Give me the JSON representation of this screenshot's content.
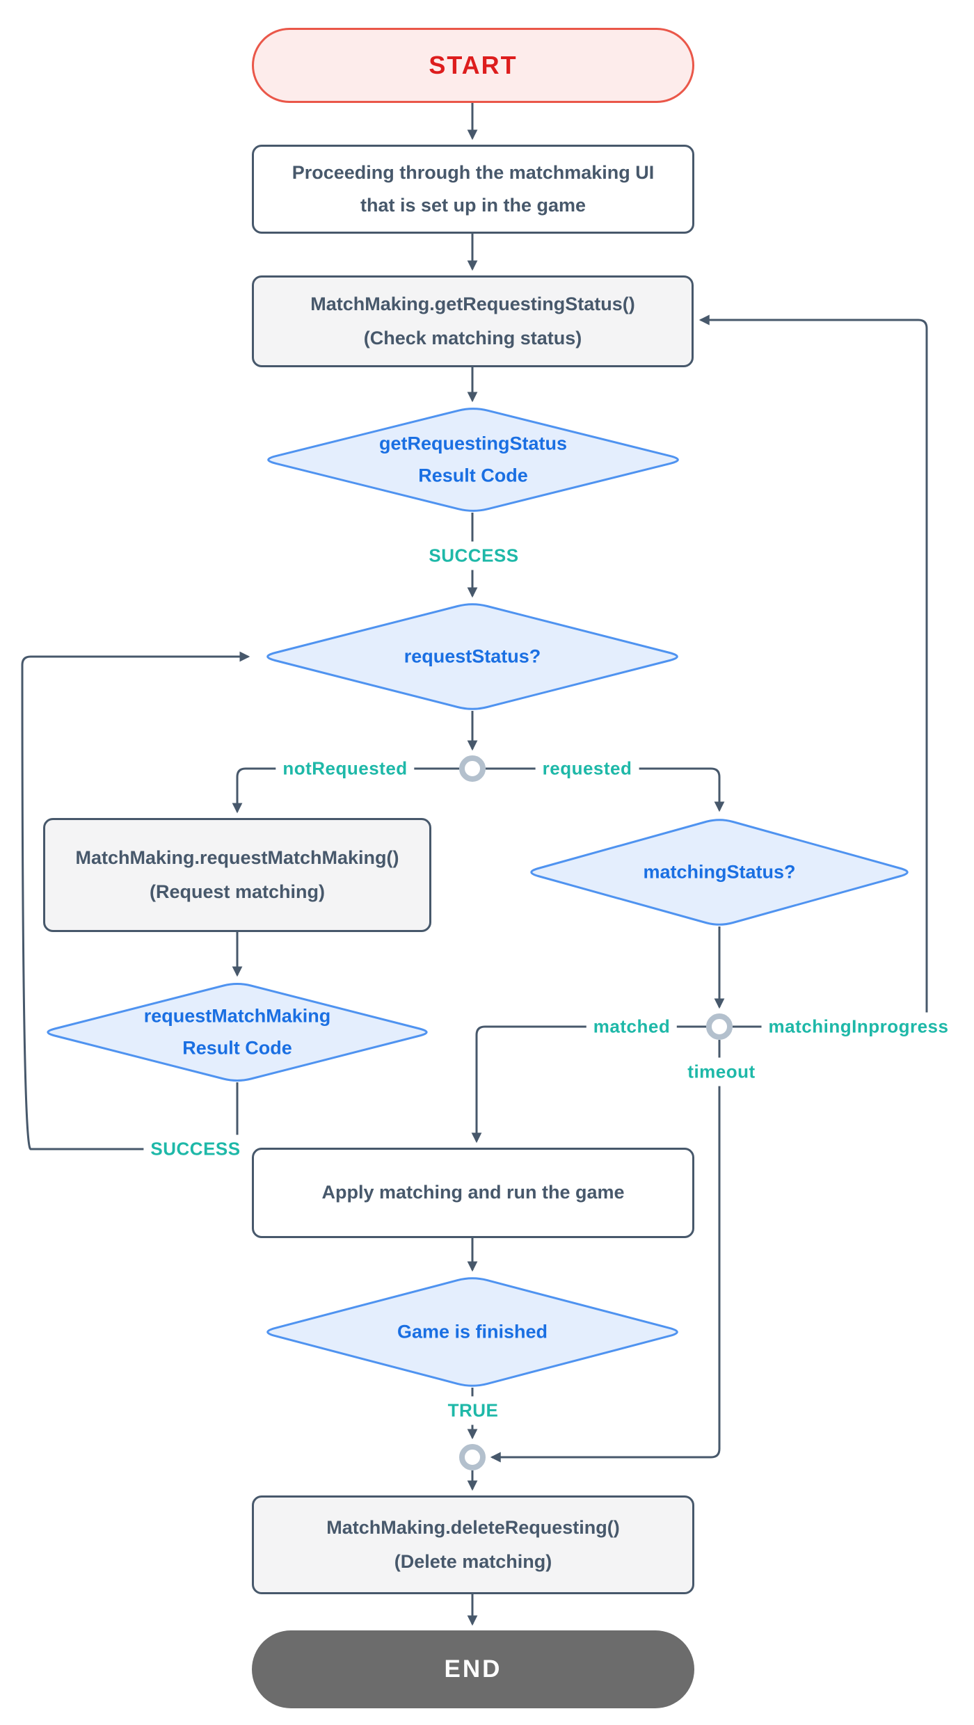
{
  "nodes": {
    "start": {
      "label": "START"
    },
    "proceed": {
      "label": "Proceeding through the matchmaking UI that is set up in the game"
    },
    "get_status": {
      "label": "MatchMaking.getRequestingStatus()",
      "sublabel": "(Check matching status)"
    },
    "get_status_result": {
      "label": "getRequestingStatus",
      "sublabel": "Result Code"
    },
    "request_status": {
      "label": "requestStatus?"
    },
    "request_mm": {
      "label": "MatchMaking.requestMatchMaking()",
      "sublabel": "(Request matching)"
    },
    "request_mm_result": {
      "label": "requestMatchMaking",
      "sublabel": "Result Code"
    },
    "matching_status": {
      "label": "matchingStatus?"
    },
    "apply": {
      "label": "Apply matching and run the game"
    },
    "game_finished": {
      "label": "Game is finished"
    },
    "delete_req": {
      "label": "MatchMaking.deleteRequesting()",
      "sublabel": "(Delete matching)"
    },
    "end": {
      "label": "END"
    }
  },
  "edge_labels": {
    "success_get": "SUCCESS",
    "success_request": "SUCCESS",
    "not_requested": "notRequested",
    "requested": "requested",
    "matched": "matched",
    "matching_inprogress": "matchingInprogress",
    "timeout": "timeout",
    "true_label": "TRUE"
  },
  "colors": {
    "slate": "#47586b",
    "box_fill": "#f4f4f5",
    "diamond_fill": "#e4eefd",
    "diamond_border": "#4f93f0",
    "diamond_text": "#1a6fe2",
    "teal": "#1eb8a8",
    "start_fill": "#fdeceb",
    "start_border": "#ea5749",
    "start_text": "#dd1d1d",
    "end_fill": "#6c6c6c",
    "end_text": "#ffffff",
    "ring": "#b3c0cd"
  }
}
